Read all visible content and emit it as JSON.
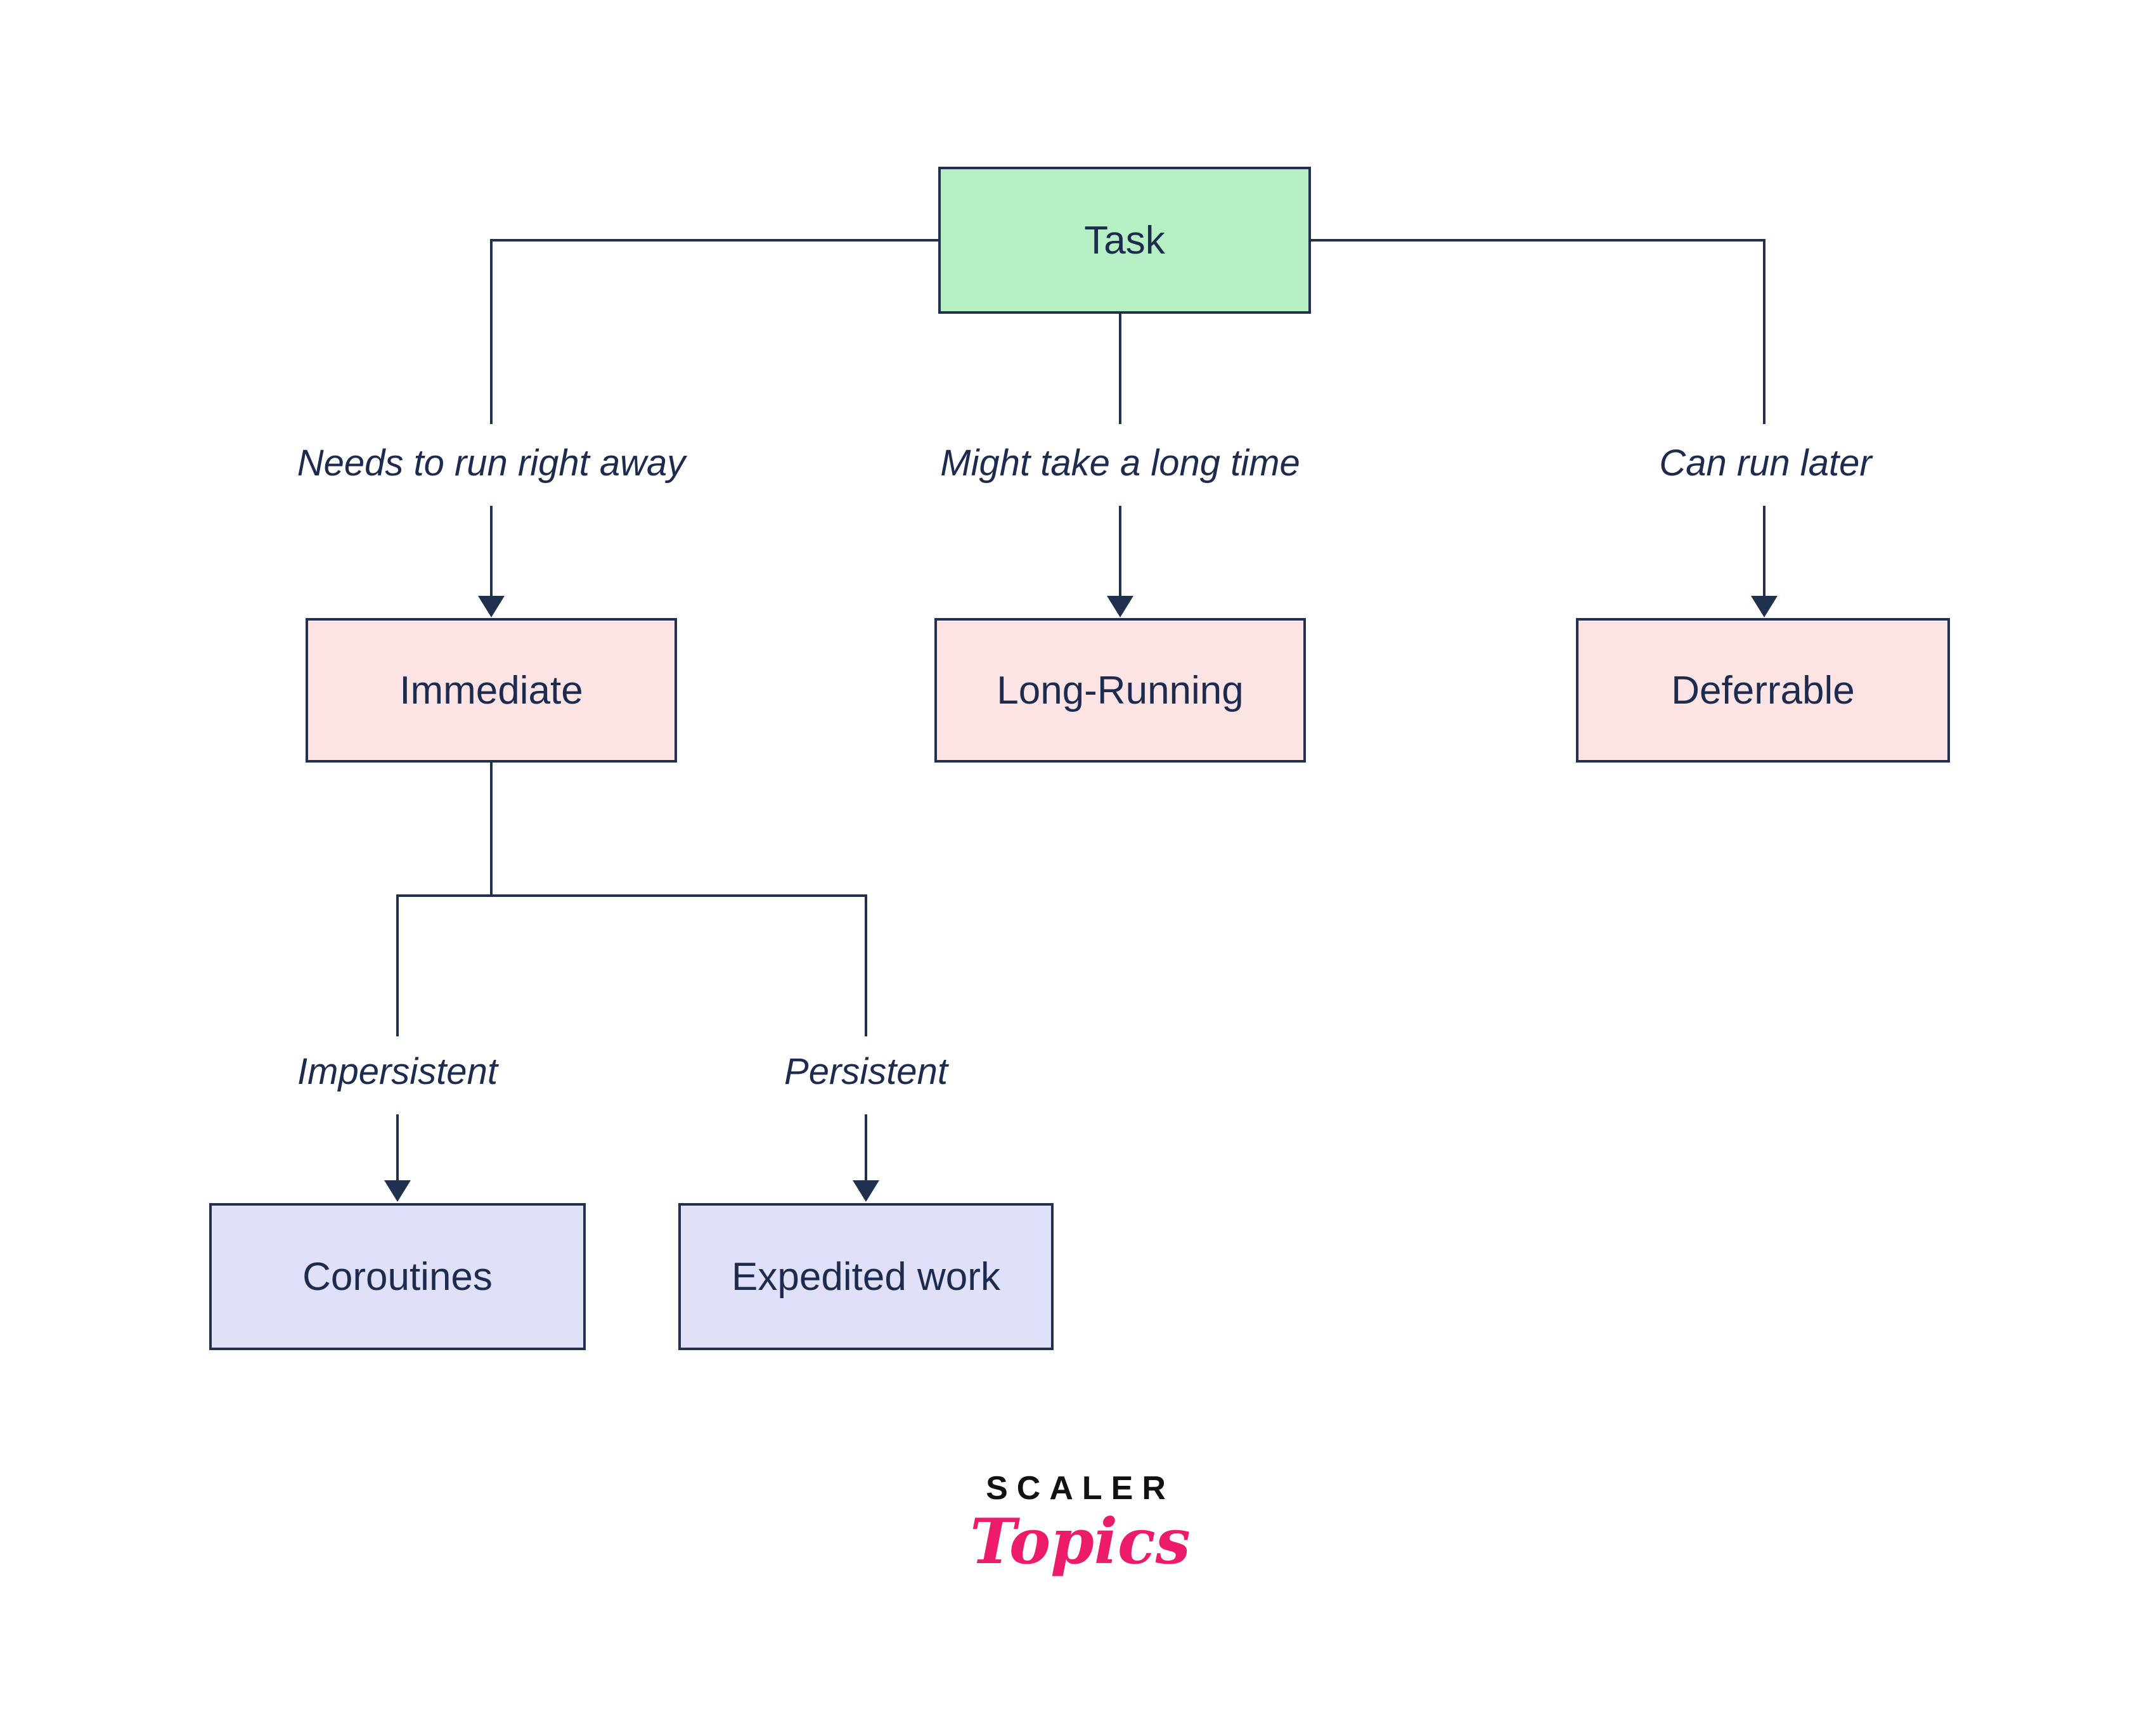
{
  "diagram": {
    "root": {
      "label": "Task"
    },
    "branches": [
      {
        "edge_label": "Needs to run right away",
        "node_label": "Immediate"
      },
      {
        "edge_label": "Might take a long time",
        "node_label": "Long-Running"
      },
      {
        "edge_label": "Can run later",
        "node_label": "Deferrable"
      }
    ],
    "immediate_children": [
      {
        "edge_label": "Impersistent",
        "node_label": "Coroutines"
      },
      {
        "edge_label": "Persistent",
        "node_label": "Expedited work"
      }
    ]
  },
  "logo": {
    "brand": "SCALER",
    "sub_brand": "Topics"
  },
  "colors": {
    "root_fill": "#b7efc5",
    "level1_fill": "#fce4e5",
    "level2_fill": "#e0e0f8",
    "line": "#22304f",
    "text": "#1d2b4f",
    "logo_accent": "#ec1c6b"
  }
}
